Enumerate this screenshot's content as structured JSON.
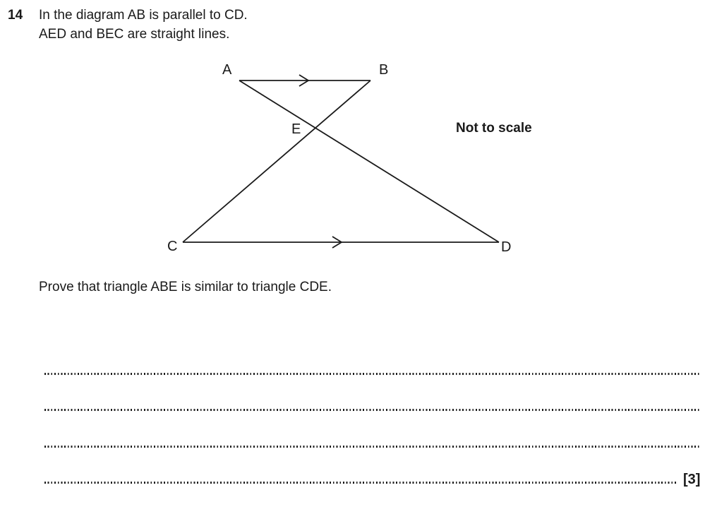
{
  "colors": {
    "ink": "#1a1a1a",
    "background": "#ffffff"
  },
  "question": {
    "number": "14",
    "statement_line1": "In the diagram AB is parallel to CD.",
    "statement_line2": "AED and BEC are straight lines.",
    "prompt": "Prove that triangle ABE is similar to triangle CDE.",
    "marks": "[3]"
  },
  "diagram": {
    "note": "Not to scale",
    "point_labels": {
      "A": "A",
      "B": "B",
      "C": "C",
      "D": "D",
      "E": "E"
    },
    "parallel_mark_icon": "arrowhead-right"
  },
  "answer_area": {
    "lines_count": 4
  }
}
